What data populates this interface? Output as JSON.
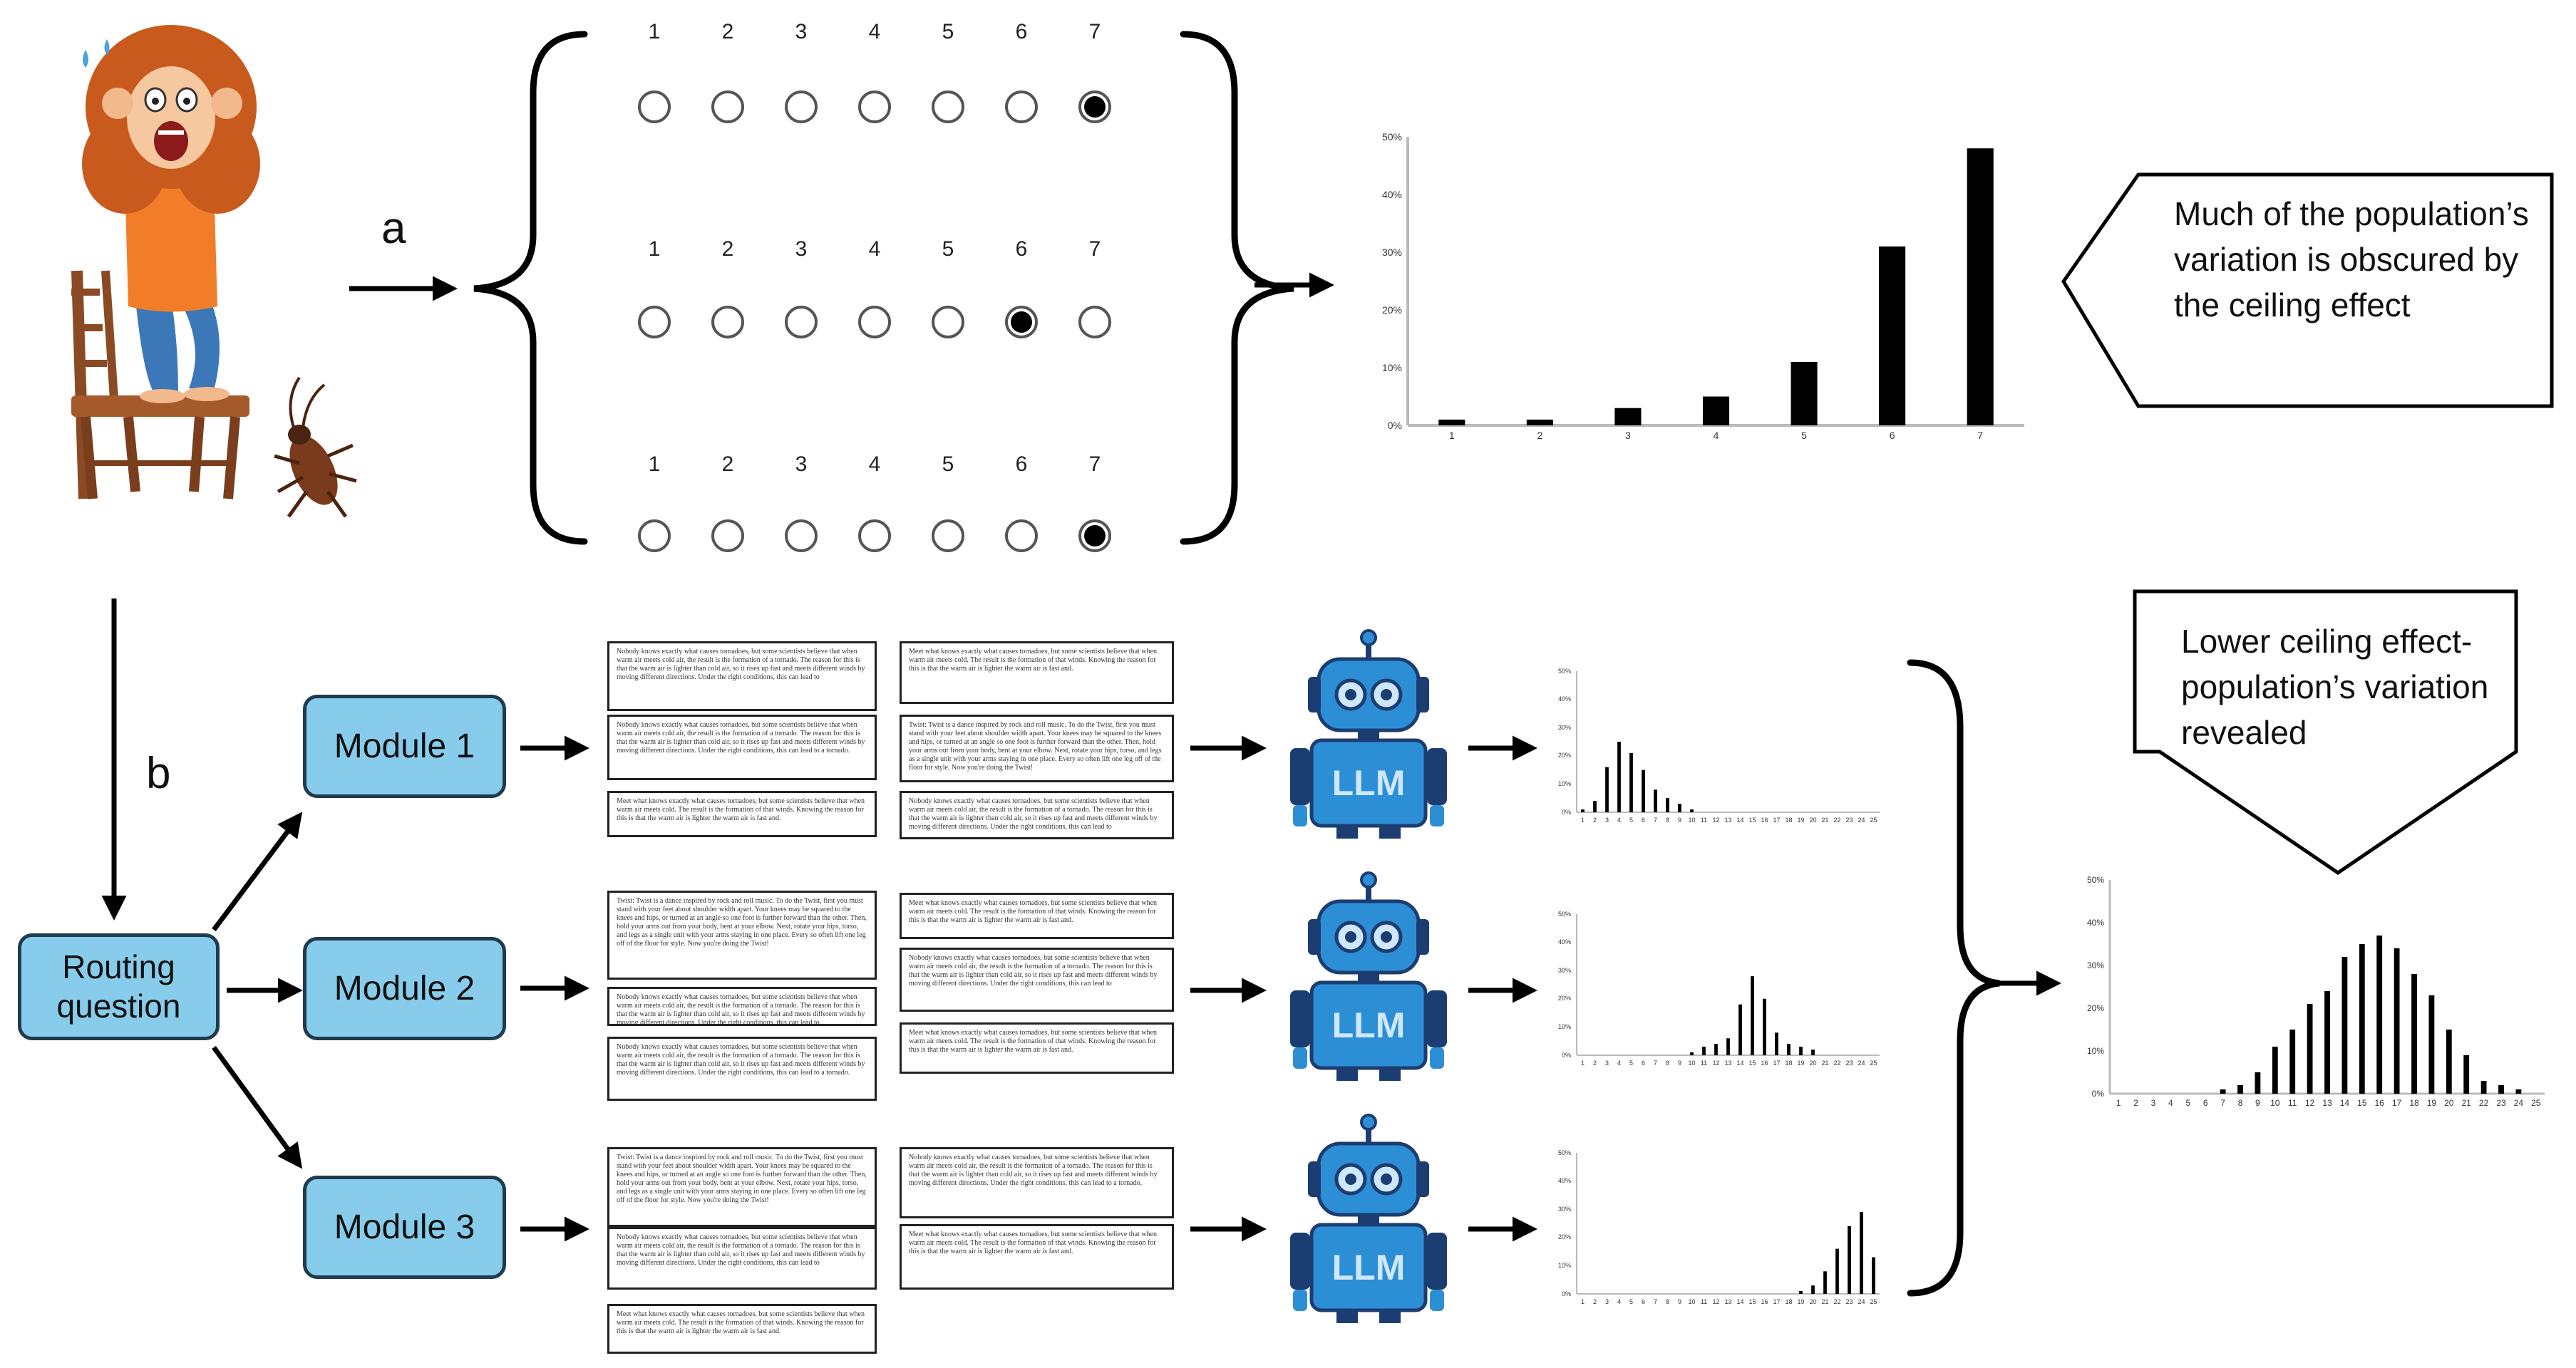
{
  "labels": {
    "a": "a",
    "b": "b",
    "routing": "Routing question",
    "modules": [
      "Module 1",
      "Module 2",
      "Module 3"
    ],
    "llm": "LLM",
    "callout_top": "Much of the population’s variation is obscured by the ceiling effect",
    "callout_bottom": "Lower ceiling effect- population’s variation revealed"
  },
  "likert": {
    "scale": [
      "1",
      "2",
      "3",
      "4",
      "5",
      "6",
      "7"
    ],
    "selected": [
      7,
      6,
      7
    ]
  },
  "icons": {
    "person": "frightened-person-on-chair-icon",
    "cockroach": "cockroach-icon",
    "robot": "robot-icon"
  },
  "colors": {
    "module_fill": "#88cceb",
    "module_border": "#1f3b4d",
    "robot_blue": "#2c8fd6",
    "robot_dark": "#1c3d72"
  },
  "docs": {
    "texts": [
      "Nobody knows exactly what causes tornadoes, but some scientists believe that when warm air meets cold air, the result is the formation of a tornado. The reason for this is that the warm air is lighter than cold air, so it rises up fast and meets different winds by moving different directions. Under the right conditions, this can lead to",
      "Nobody knows exactly what causes tornadoes, but some scientists believe that when warm air meets cold air, the result is the formation of a tornado. The reason for this is that the warm air is lighter than cold air, so it rises up fast and meets different winds by moving different directions. Under the right conditions, this can lead to a tornado.",
      "Twist: Twist is a dance inspired by rock and roll music. To do the Twist, first you must stand with your feet about shoulder width apart. Your knees may be squared to the knees and hips, or turned at an angle so one foot is further forward than the other. Then, hold your arms out from your body, bent at your elbow. Next, rotate your hips, torso, and legs as a single unit with your arms staying in one place. Every so often lift one leg off of the floor for style. Now you're doing the Twist!",
      "Meet what knows exactly what causes tornadoes, but some scientists believe that when warm air meets cold. The result is the formation of that winds. Knowing the reason for this is that the warm air is lighter the warm air is fast and."
    ]
  },
  "chart_data": [
    {
      "type": "bar",
      "categories": [
        "1",
        "2",
        "3",
        "4",
        "5",
        "6",
        "7"
      ],
      "values": [
        1,
        1,
        3,
        5,
        11,
        31,
        48
      ],
      "ylim": [
        0,
        50
      ],
      "yticks": [
        "0%",
        "10%",
        "20%",
        "30%",
        "40%",
        "50%"
      ]
    },
    {
      "type": "bar",
      "categories": [
        "1",
        "2",
        "3",
        "4",
        "5",
        "6",
        "7",
        "8",
        "9",
        "10",
        "11",
        "12",
        "13",
        "14",
        "15",
        "16",
        "17",
        "18",
        "19",
        "20",
        "21",
        "22",
        "23",
        "24",
        "25"
      ],
      "values": [
        1,
        4,
        16,
        25,
        21,
        15,
        8,
        5,
        3,
        1,
        0,
        0,
        0,
        0,
        0,
        0,
        0,
        0,
        0,
        0,
        0,
        0,
        0,
        0,
        0
      ],
      "ylim": [
        0,
        50
      ],
      "yticks": [
        "0%",
        "10%",
        "20%",
        "30%",
        "40%",
        "50%"
      ]
    },
    {
      "type": "bar",
      "categories": [
        "1",
        "2",
        "3",
        "4",
        "5",
        "6",
        "7",
        "8",
        "9",
        "10",
        "11",
        "12",
        "13",
        "14",
        "15",
        "16",
        "17",
        "18",
        "19",
        "20",
        "21",
        "22",
        "23",
        "24",
        "25"
      ],
      "values": [
        0,
        0,
        0,
        0,
        0,
        0,
        0,
        0,
        0,
        1,
        3,
        4,
        6,
        18,
        28,
        20,
        8,
        4,
        3,
        2,
        0,
        0,
        0,
        0,
        0
      ],
      "ylim": [
        0,
        50
      ],
      "yticks": [
        "0%",
        "10%",
        "20%",
        "30%",
        "40%",
        "50%"
      ]
    },
    {
      "type": "bar",
      "categories": [
        "1",
        "2",
        "3",
        "4",
        "5",
        "6",
        "7",
        "8",
        "9",
        "10",
        "11",
        "12",
        "13",
        "14",
        "15",
        "16",
        "17",
        "18",
        "19",
        "20",
        "21",
        "22",
        "23",
        "24",
        "25"
      ],
      "values": [
        0,
        0,
        0,
        0,
        0,
        0,
        0,
        0,
        0,
        0,
        0,
        0,
        0,
        0,
        0,
        0,
        0,
        0,
        1,
        3,
        8,
        16,
        24,
        29,
        13
      ],
      "ylim": [
        0,
        50
      ],
      "yticks": [
        "0%",
        "10%",
        "20%",
        "30%",
        "40%",
        "50%"
      ]
    },
    {
      "type": "bar",
      "categories": [
        "1",
        "2",
        "3",
        "4",
        "5",
        "6",
        "7",
        "8",
        "9",
        "10",
        "11",
        "12",
        "13",
        "14",
        "15",
        "16",
        "17",
        "18",
        "19",
        "20",
        "21",
        "22",
        "23",
        "24",
        "25"
      ],
      "values": [
        0,
        0,
        0,
        0,
        0,
        0,
        1,
        2,
        5,
        11,
        15,
        21,
        24,
        32,
        35,
        37,
        34,
        28,
        23,
        15,
        9,
        3,
        2,
        1,
        0
      ],
      "ylim": [
        0,
        50
      ],
      "yticks": [
        "0%",
        "10%",
        "20%",
        "30%",
        "40%",
        "50%"
      ]
    }
  ]
}
